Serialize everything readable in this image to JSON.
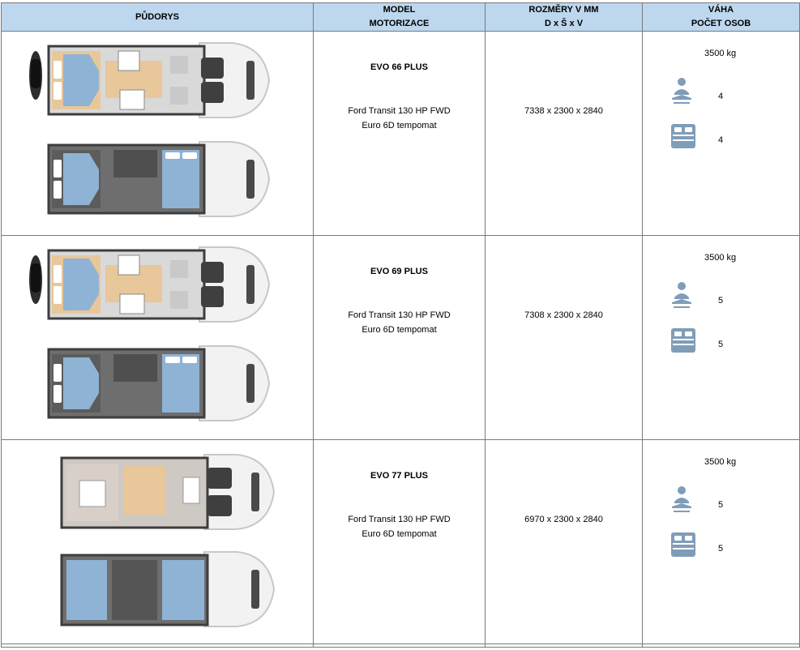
{
  "headers": {
    "plan": "PŮDORYS",
    "model_l1": "MODEL",
    "model_l2": "MOTORIZACE",
    "dims_l1": "ROZMĚRY V MM",
    "dims_l2": "D x Š x V",
    "weight_l1": "VÁHA",
    "weight_l2": "POČET OSOB"
  },
  "icons": {
    "seat": "seat-person-icon",
    "bed": "bed-icon",
    "motorbike": "motorbike-icon",
    "floorplan": "floorplan-image"
  },
  "colors": {
    "header_bg": "#bdd7ee",
    "bed_blue": "#8fb3d4",
    "floor_wood": "#e8c79a",
    "dark_grey": "#5a5a5a",
    "icon_blue": "#7f9db8"
  },
  "rows": [
    {
      "model": "EVO 66 PLUS",
      "motor_l1": "Ford Transit 130 HP FWD",
      "motor_l2": "Euro 6D tempomat",
      "dims": "7338 x 2300 x 2840",
      "weight": "3500 kg",
      "seats": "4",
      "beds": "4",
      "motorbike": true
    },
    {
      "model": "EVO 69 PLUS",
      "motor_l1": "Ford Transit 130 HP FWD",
      "motor_l2": "Euro 6D tempomat",
      "dims": "7308 x 2300 x 2840",
      "weight": "3500 kg",
      "seats": "5",
      "beds": "5",
      "motorbike": true
    },
    {
      "model": "EVO 77 PLUS",
      "motor_l1": "Ford Transit 130 HP FWD",
      "motor_l2": "Euro 6D tempomat",
      "dims": "6970 x 2300 x 2840",
      "weight": "3500 kg",
      "seats": "5",
      "beds": "5",
      "motorbike": false
    }
  ]
}
